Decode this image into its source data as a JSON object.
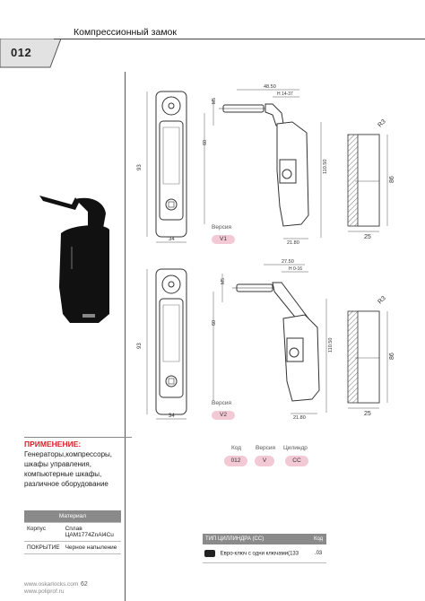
{
  "header": {
    "code": "012",
    "title": "Компрессионный замок"
  },
  "drawings": {
    "v1": {
      "version_caption": "Версия",
      "version": "V1",
      "dims": [
        "48.50",
        "H 14-37",
        "M5",
        "60",
        "93",
        "34",
        "110.50",
        "21.80",
        "R3",
        "86",
        "25"
      ]
    },
    "v2": {
      "version_caption": "Версия",
      "version": "V2",
      "dims": [
        "27.50",
        "H 0-16",
        "M5",
        "60",
        "93",
        "34",
        "110.50",
        "21.80",
        "R3",
        "86",
        "25"
      ]
    }
  },
  "application": {
    "title": "ПРИМЕНЕНИЕ:",
    "lines": [
      "Генераторы,компрессоры,",
      "шкафы управления,",
      "компьютерные шкафы,",
      "различное оборудование"
    ]
  },
  "order_code": {
    "headers": [
      "Код",
      "Версия",
      "Цилиндр"
    ],
    "values": [
      "012",
      "V",
      "CC"
    ]
  },
  "material": {
    "header": "Материал",
    "rows": [
      {
        "label": "Корпус",
        "value": "Сплав ЦАМ1774ZnAl4Cu"
      },
      {
        "label": "ПОКРЫТИЕ",
        "value": "Черное напыление"
      }
    ]
  },
  "cylinder": {
    "header_type": "ТИП ЦИЛЛИНДРА (CC)",
    "header_code": "Код",
    "rows": [
      {
        "desc": "Евро-ключ с одни ключами(133",
        "code": ".03"
      }
    ]
  },
  "footer": {
    "sites": [
      "www.oskarlocks.com",
      "www.poliprof.ru"
    ],
    "page": "62"
  }
}
